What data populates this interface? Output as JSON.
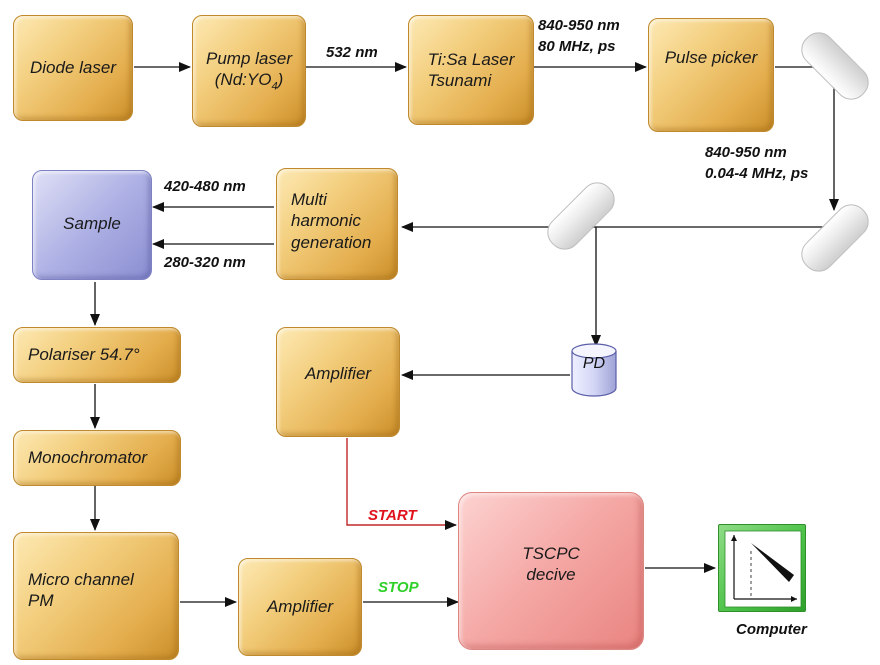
{
  "boxes": {
    "diode_laser": "Diode laser",
    "pump_laser_line1": "Pump laser",
    "pump_laser_line2_prefix": "(Nd:YO",
    "pump_laser_line2_sub": "4",
    "pump_laser_line2_suffix": ")",
    "tisa_laser_line1": "Ti:Sa Laser",
    "tisa_laser_line2": "Tsunami",
    "pulse_picker": "Pulse picker",
    "sample": "Sample",
    "multi_harmonic_line1": "Multi",
    "multi_harmonic_line2": "harmonic",
    "multi_harmonic_line3": "generation",
    "polariser": "Polariser 54.7°",
    "monochromator": "Monochromator",
    "mcp_line1": "Micro channel",
    "mcp_line2": "PM",
    "amplifier_top": "Amplifier",
    "amplifier_bottom": "Amplifier",
    "tscpc_line1": "TSCPC",
    "tscpc_line2": "decive",
    "pd": "PD"
  },
  "labels": {
    "pump_wavelength": "532 nm",
    "tisa_output_line1": "840-950 nm",
    "tisa_output_line2": "80 MHz, ps",
    "picker_output_line1": "840-950 nm",
    "picker_output_line2": "0.04-4 MHz, ps",
    "harmonic_upper": "420-480 nm",
    "harmonic_lower": "280-320 nm",
    "start": "START",
    "stop": "STOP",
    "computer": "Computer"
  },
  "colors": {
    "box_gold": "#e3ac4b",
    "sample_blue": "#aeb1e4",
    "tscpc_pink": "#f4a6a3",
    "computer_green": "#4cc248",
    "start_red": "#e0121b",
    "stop_green": "#2fd02a",
    "start_wire": "#c0282a"
  }
}
